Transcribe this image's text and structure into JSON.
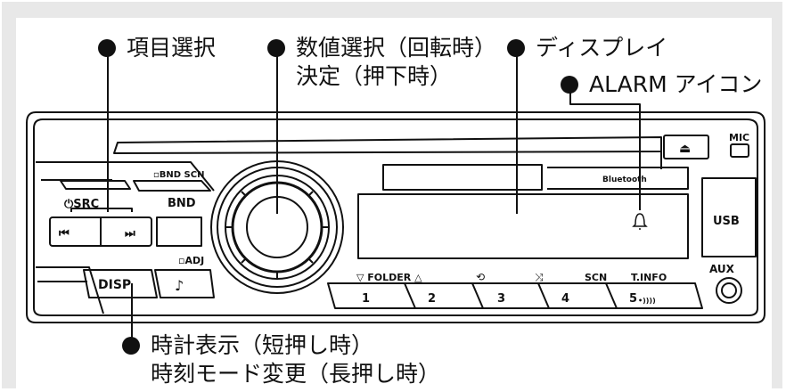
{
  "callouts": {
    "item_select": "項目選択",
    "value_select_1": "数値選択（回転時）",
    "value_select_2": "決定（押下時）",
    "display": "ディスプレイ",
    "alarm": "ALARM アイコン",
    "disp_1": "時計表示（短押し時）",
    "disp_2": "時刻モード変更（長押し時）"
  },
  "device": {
    "bnd_scn": "▫BND SCN",
    "src": "⏻SRC",
    "bnd": "BND",
    "prev": "⏮",
    "next": "⏭",
    "adj": "▫ADJ",
    "disp": "DISP",
    "note": "♪",
    "bluetooth": "Bluetooth",
    "folder": "▽ FOLDER △",
    "repeat": "⟲",
    "shuffle": "⤨",
    "scn": "SCN",
    "tinfo": "T.INFO",
    "tinfo_sub": "•))))",
    "presets": [
      "1",
      "2",
      "3",
      "4",
      "5"
    ],
    "usb": "USB",
    "aux": "AUX",
    "mic": "MIC",
    "eject": "⏏"
  },
  "colors": {
    "ink": "#111111",
    "frame": "#e8e8e8"
  }
}
